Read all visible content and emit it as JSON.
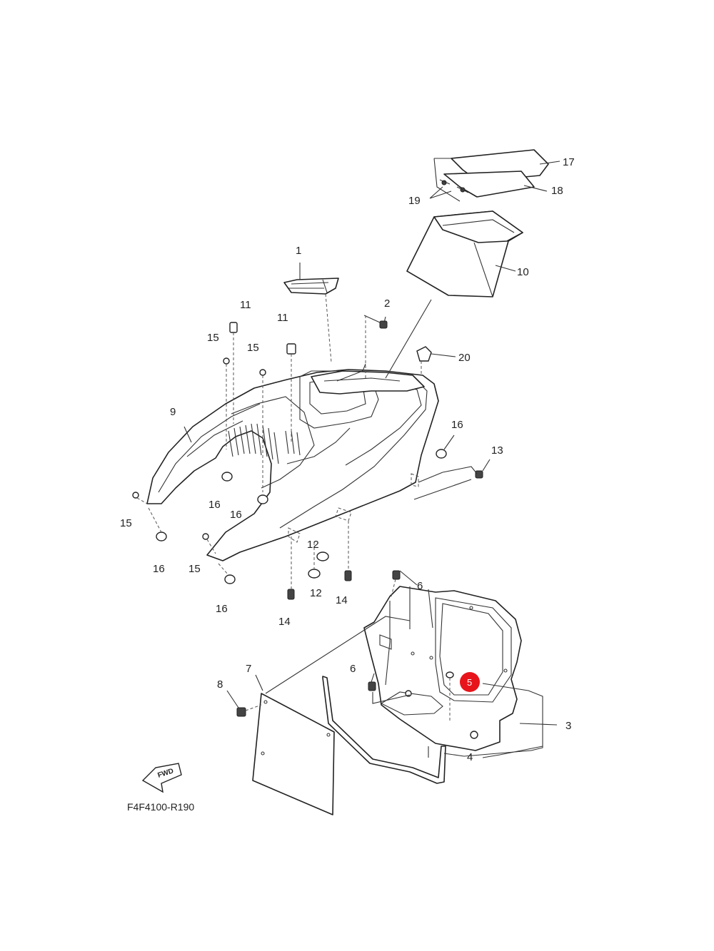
{
  "diagram": {
    "code": "F4F4100-R190",
    "fwd_badge": "FWD",
    "highlight": {
      "label": "5",
      "color": "#e8141c"
    },
    "callouts": [
      {
        "id": "c1",
        "label": "1"
      },
      {
        "id": "c2",
        "label": "2"
      },
      {
        "id": "c3",
        "label": "3"
      },
      {
        "id": "c4",
        "label": "4"
      },
      {
        "id": "c6a",
        "label": "6"
      },
      {
        "id": "c6b",
        "label": "6"
      },
      {
        "id": "c7",
        "label": "7"
      },
      {
        "id": "c8",
        "label": "8"
      },
      {
        "id": "c9",
        "label": "9"
      },
      {
        "id": "c10",
        "label": "10"
      },
      {
        "id": "c11a",
        "label": "11"
      },
      {
        "id": "c11b",
        "label": "11"
      },
      {
        "id": "c12a",
        "label": "12"
      },
      {
        "id": "c12b",
        "label": "12"
      },
      {
        "id": "c13",
        "label": "13"
      },
      {
        "id": "c14a",
        "label": "14"
      },
      {
        "id": "c14b",
        "label": "14"
      },
      {
        "id": "c15a",
        "label": "15"
      },
      {
        "id": "c15b",
        "label": "15"
      },
      {
        "id": "c15c",
        "label": "15"
      },
      {
        "id": "c15d",
        "label": "15"
      },
      {
        "id": "c16a",
        "label": "16"
      },
      {
        "id": "c16b",
        "label": "16"
      },
      {
        "id": "c16c",
        "label": "16"
      },
      {
        "id": "c16d",
        "label": "16"
      },
      {
        "id": "c16e",
        "label": "16"
      },
      {
        "id": "c17",
        "label": "17"
      },
      {
        "id": "c18",
        "label": "18"
      },
      {
        "id": "c19",
        "label": "19"
      },
      {
        "id": "c20",
        "label": "20"
      }
    ]
  }
}
